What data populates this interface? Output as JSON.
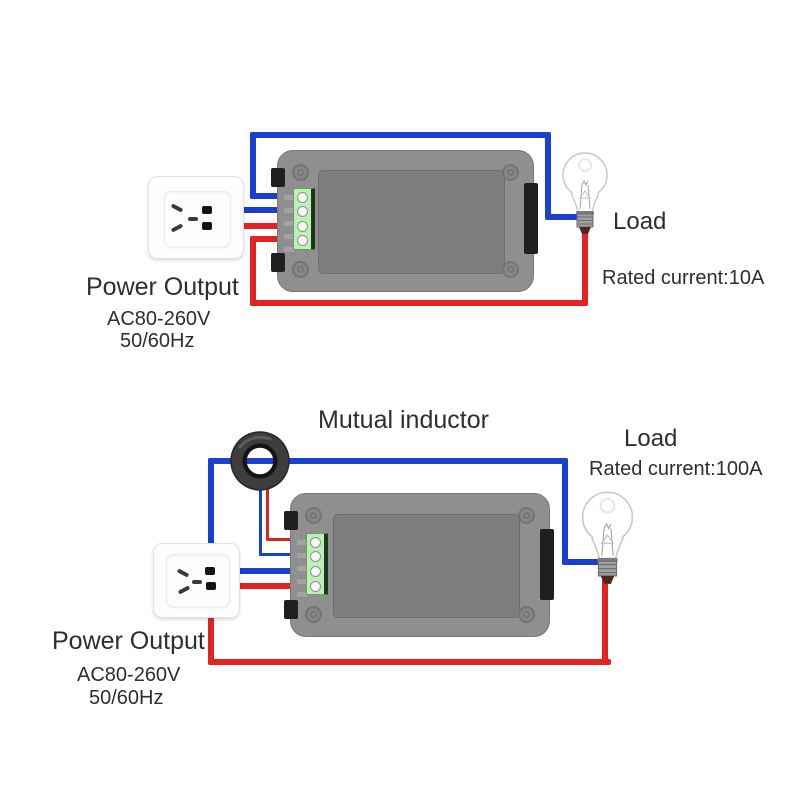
{
  "colors": {
    "wire_live_blue": "#1b40cd",
    "wire_neutral_red": "#e32322",
    "terminal_block_green": "#b9f2b2",
    "meter_body_gray": "#8f8f8f",
    "label_text": "#2e2e2e"
  },
  "diagrams": [
    {
      "id": "direct-wiring-10a",
      "labels": {
        "power_output": "Power Output",
        "voltage": "AC80-260V",
        "frequency": "50/60Hz",
        "load": "Load",
        "rated_current": "Rated current:10A"
      }
    },
    {
      "id": "mutual-inductor-wiring-100a",
      "labels": {
        "mutual_inductor": "Mutual inductor",
        "power_output": "Power Output",
        "voltage": "AC80-260V",
        "frequency": "50/60Hz",
        "load": "Load",
        "rated_current": "Rated current:100A"
      }
    }
  ]
}
